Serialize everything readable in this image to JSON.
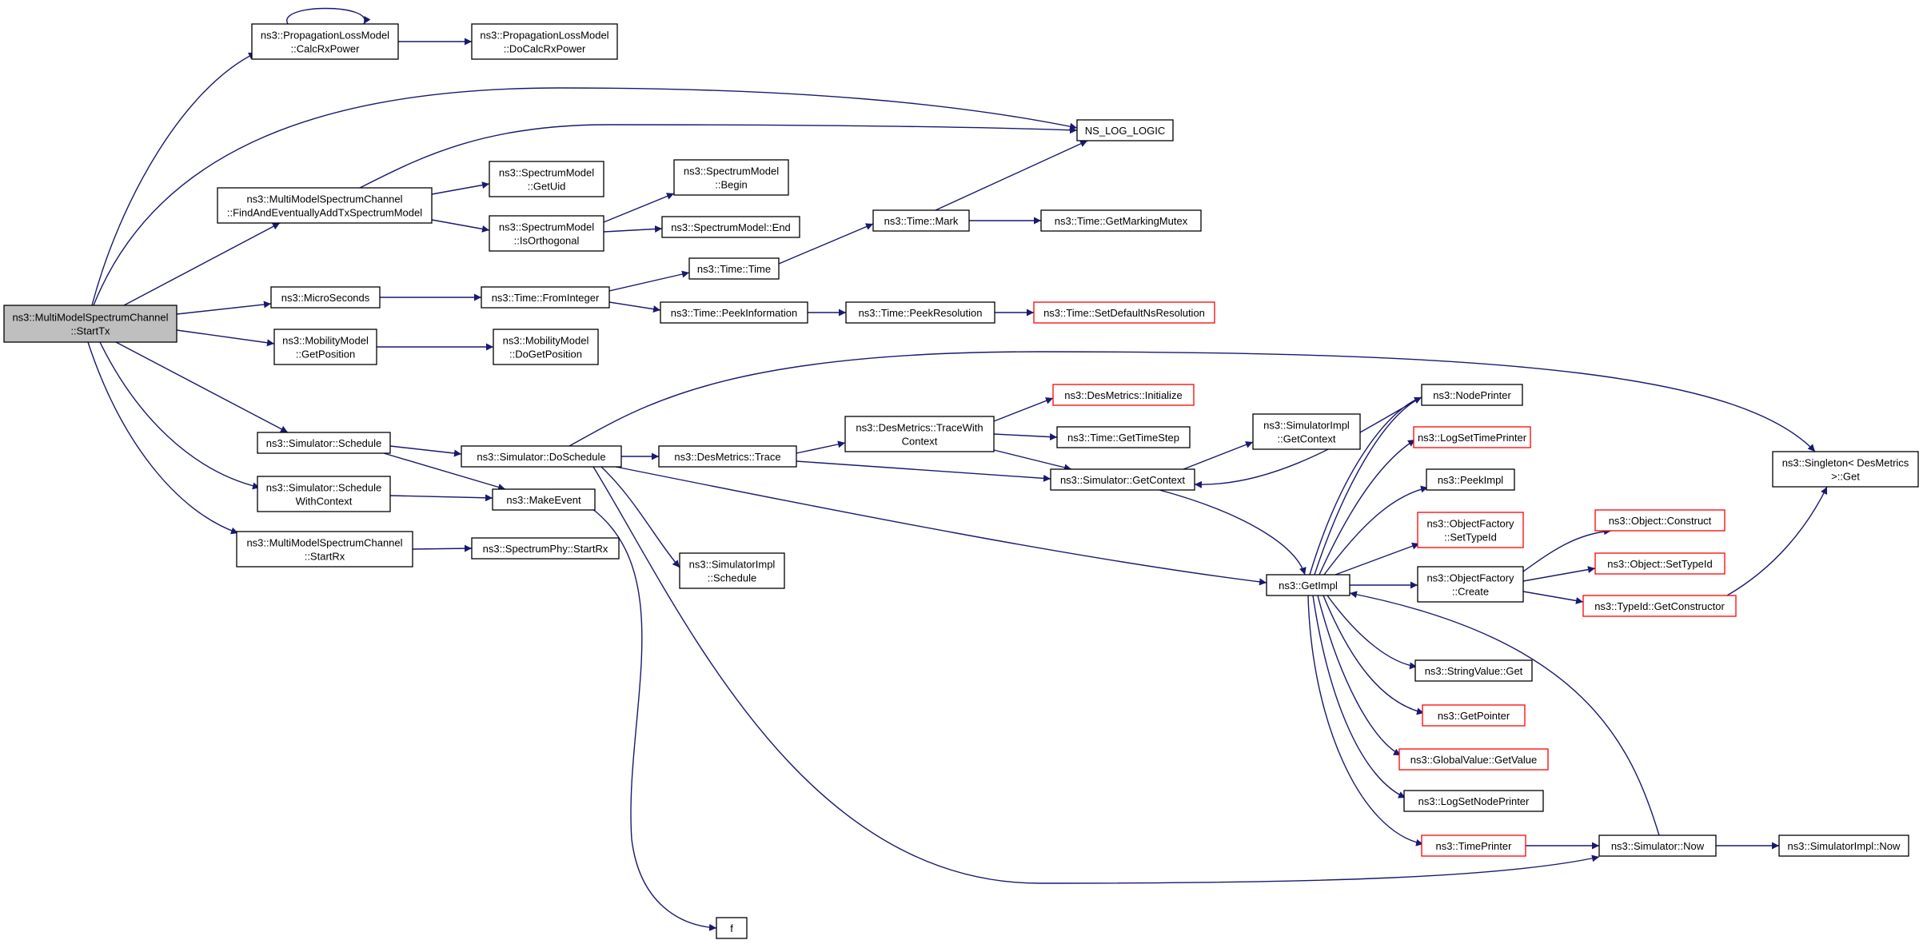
{
  "diagram": {
    "nodes": [
      {
        "id": "starttx",
        "lines": [
          "ns3::MultiModelSpectrumChannel",
          "::StartTx"
        ],
        "style": "root"
      },
      {
        "id": "calcrx",
        "lines": [
          "ns3::PropagationLossModel",
          "::CalcRxPower"
        ],
        "style": "normal"
      },
      {
        "id": "docalc",
        "lines": [
          "ns3::PropagationLossModel",
          "::DoCalcRxPower"
        ],
        "style": "normal"
      },
      {
        "id": "nslog",
        "lines": [
          "NS_LOG_LOGIC"
        ],
        "style": "normal"
      },
      {
        "id": "findadd",
        "lines": [
          "ns3::MultiModelSpectrumChannel",
          "::FindAndEventuallyAddTxSpectrumModel"
        ],
        "style": "normal"
      },
      {
        "id": "getuid",
        "lines": [
          "ns3::SpectrumModel",
          "::GetUid"
        ],
        "style": "normal"
      },
      {
        "id": "isorth",
        "lines": [
          "ns3::SpectrumModel",
          "::IsOrthogonal"
        ],
        "style": "normal"
      },
      {
        "id": "smbegin",
        "lines": [
          "ns3::SpectrumModel",
          "::Begin"
        ],
        "style": "normal"
      },
      {
        "id": "smend",
        "lines": [
          "ns3::SpectrumModel::End"
        ],
        "style": "normal"
      },
      {
        "id": "timemark",
        "lines": [
          "ns3::Time::Mark"
        ],
        "style": "normal"
      },
      {
        "id": "getmarkmutex",
        "lines": [
          "ns3::Time::GetMarkingMutex"
        ],
        "style": "normal"
      },
      {
        "id": "timetime",
        "lines": [
          "ns3::Time::Time"
        ],
        "style": "normal"
      },
      {
        "id": "microsec",
        "lines": [
          "ns3::MicroSeconds"
        ],
        "style": "normal"
      },
      {
        "id": "frominteger",
        "lines": [
          "ns3::Time::FromInteger"
        ],
        "style": "normal"
      },
      {
        "id": "peekinfo",
        "lines": [
          "ns3::Time::PeekInformation"
        ],
        "style": "normal"
      },
      {
        "id": "peekres",
        "lines": [
          "ns3::Time::PeekResolution"
        ],
        "style": "normal"
      },
      {
        "id": "setdefaultns",
        "lines": [
          "ns3::Time::SetDefaultNsResolution"
        ],
        "style": "truncated"
      },
      {
        "id": "getposition",
        "lines": [
          "ns3::MobilityModel",
          "::GetPosition"
        ],
        "style": "normal"
      },
      {
        "id": "dogetposition",
        "lines": [
          "ns3::MobilityModel",
          "::DoGetPosition"
        ],
        "style": "normal"
      },
      {
        "id": "schedule",
        "lines": [
          "ns3::Simulator::Schedule"
        ],
        "style": "normal"
      },
      {
        "id": "doschedule",
        "lines": [
          "ns3::Simulator::DoSchedule"
        ],
        "style": "normal"
      },
      {
        "id": "schedulewc",
        "lines": [
          "ns3::Simulator::Schedule",
          "WithContext"
        ],
        "style": "normal"
      },
      {
        "id": "makeevent",
        "lines": [
          "ns3::MakeEvent"
        ],
        "style": "normal"
      },
      {
        "id": "startrx",
        "lines": [
          "ns3::MultiModelSpectrumChannel",
          "::StartRx"
        ],
        "style": "normal"
      },
      {
        "id": "specphystartrx",
        "lines": [
          "ns3::SpectrumPhy::StartRx"
        ],
        "style": "normal"
      },
      {
        "id": "desmtrace",
        "lines": [
          "ns3::DesMetrics::Trace"
        ],
        "style": "normal"
      },
      {
        "id": "desmtracewc",
        "lines": [
          "ns3::DesMetrics::TraceWith",
          "Context"
        ],
        "style": "normal"
      },
      {
        "id": "desminit",
        "lines": [
          "ns3::DesMetrics::Initialize"
        ],
        "style": "truncated"
      },
      {
        "id": "gettimestep",
        "lines": [
          "ns3::Time::GetTimeStep"
        ],
        "style": "normal"
      },
      {
        "id": "simgetcontext",
        "lines": [
          "ns3::Simulator::GetContext"
        ],
        "style": "normal"
      },
      {
        "id": "simimplgetcontext",
        "lines": [
          "ns3::SimulatorImpl",
          "::GetContext"
        ],
        "style": "normal"
      },
      {
        "id": "simimplschedule",
        "lines": [
          "ns3::SimulatorImpl",
          "::Schedule"
        ],
        "style": "normal"
      },
      {
        "id": "getimpl",
        "lines": [
          "ns3::GetImpl"
        ],
        "style": "normal"
      },
      {
        "id": "nodeprinter",
        "lines": [
          "ns3::NodePrinter"
        ],
        "style": "normal"
      },
      {
        "id": "logsettimeprinter",
        "lines": [
          "ns3::LogSetTimePrinter"
        ],
        "style": "truncated"
      },
      {
        "id": "peekimpl",
        "lines": [
          "ns3::PeekImpl"
        ],
        "style": "normal"
      },
      {
        "id": "ofsettypeid",
        "lines": [
          "ns3::ObjectFactory",
          "::SetTypeId"
        ],
        "style": "truncated"
      },
      {
        "id": "ofcreate",
        "lines": [
          "ns3::ObjectFactory",
          "::Create"
        ],
        "style": "normal"
      },
      {
        "id": "objconstruct",
        "lines": [
          "ns3::Object::Construct"
        ],
        "style": "truncated"
      },
      {
        "id": "objsettypeid",
        "lines": [
          "ns3::Object::SetTypeId"
        ],
        "style": "truncated"
      },
      {
        "id": "typeidgetctor",
        "lines": [
          "ns3::TypeId::GetConstructor"
        ],
        "style": "truncated"
      },
      {
        "id": "singleton",
        "lines": [
          "ns3::Singleton< DesMetrics",
          ">::Get"
        ],
        "style": "normal"
      },
      {
        "id": "stringvalueget",
        "lines": [
          "ns3::StringValue::Get"
        ],
        "style": "normal"
      },
      {
        "id": "getpointer",
        "lines": [
          "ns3::GetPointer"
        ],
        "style": "truncated"
      },
      {
        "id": "gvgetvalue",
        "lines": [
          "ns3::GlobalValue::GetValue"
        ],
        "style": "truncated"
      },
      {
        "id": "logsetnodeprinter",
        "lines": [
          "ns3::LogSetNodePrinter"
        ],
        "style": "normal"
      },
      {
        "id": "timeprinter",
        "lines": [
          "ns3::TimePrinter"
        ],
        "style": "truncated"
      },
      {
        "id": "simnow",
        "lines": [
          "ns3::Simulator::Now"
        ],
        "style": "normal"
      },
      {
        "id": "simimplnow",
        "lines": [
          "ns3::SimulatorImpl::Now"
        ],
        "style": "normal"
      },
      {
        "id": "f",
        "lines": [
          "f"
        ],
        "style": "normal"
      }
    ]
  },
  "colors": {
    "root_fill": "#bfbfbf",
    "node_border": "#000000",
    "truncated_border": "#ff0000",
    "edge": "#191970"
  }
}
